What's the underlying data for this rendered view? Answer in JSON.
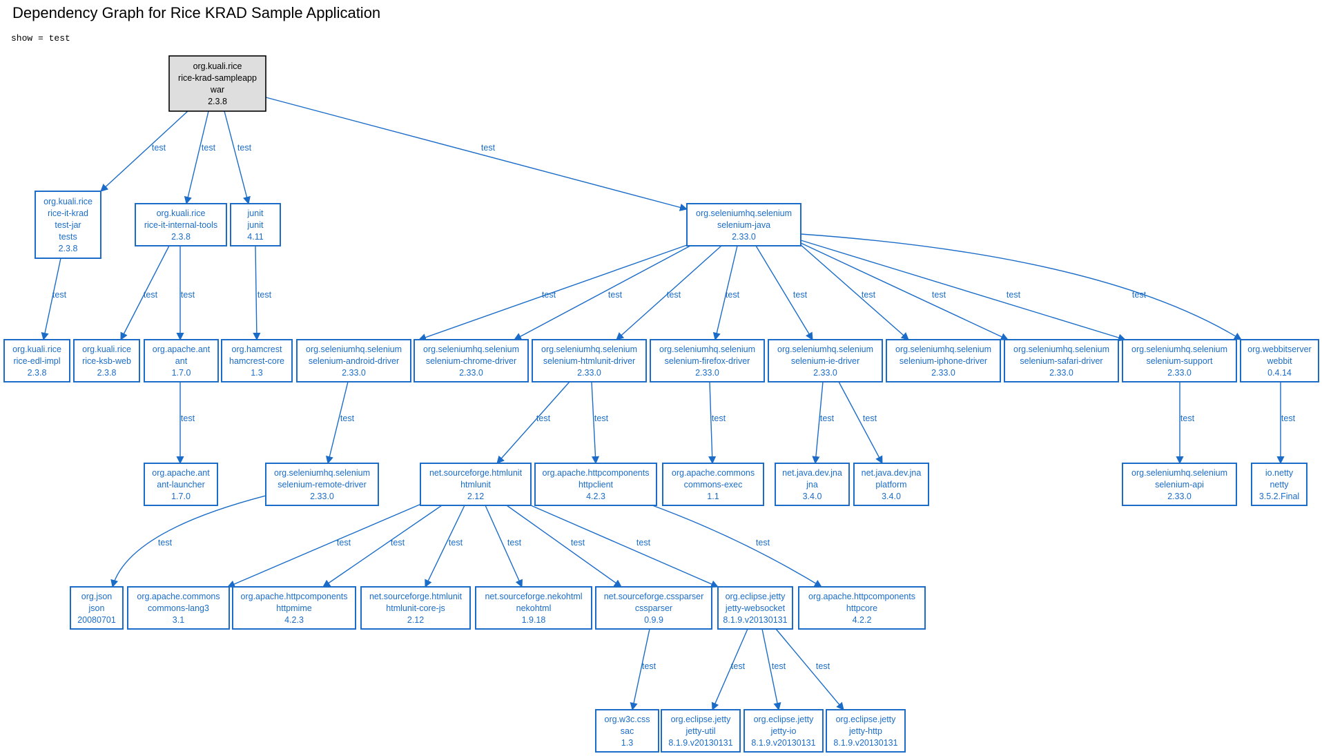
{
  "title": "Dependency Graph for Rice KRAD Sample Application",
  "subtitle": "show = test",
  "colors": {
    "accent": "#1a6cc8",
    "root_fill": "#dedede",
    "root_stroke": "#000000"
  },
  "nodes": [
    {
      "id": "n0",
      "root": true,
      "lines": [
        "org.kuali.rice",
        "rice-krad-sampleapp",
        "war",
        "2.3.8"
      ]
    },
    {
      "id": "n1",
      "lines": [
        "org.kuali.rice",
        "rice-it-krad",
        "test-jar",
        "tests",
        "2.3.8"
      ]
    },
    {
      "id": "n2",
      "lines": [
        "org.kuali.rice",
        "rice-it-internal-tools",
        "2.3.8"
      ]
    },
    {
      "id": "n3",
      "lines": [
        "junit",
        "junit",
        "4.11"
      ]
    },
    {
      "id": "n4",
      "lines": [
        "org.seleniumhq.selenium",
        "selenium-java",
        "2.33.0"
      ]
    },
    {
      "id": "n5",
      "lines": [
        "org.kuali.rice",
        "rice-edl-impl",
        "2.3.8"
      ]
    },
    {
      "id": "n6",
      "lines": [
        "org.kuali.rice",
        "rice-ksb-web",
        "2.3.8"
      ]
    },
    {
      "id": "n7",
      "lines": [
        "org.apache.ant",
        "ant",
        "1.7.0"
      ]
    },
    {
      "id": "n8",
      "lines": [
        "org.hamcrest",
        "hamcrest-core",
        "1.3"
      ]
    },
    {
      "id": "n9",
      "lines": [
        "org.seleniumhq.selenium",
        "selenium-android-driver",
        "2.33.0"
      ]
    },
    {
      "id": "n10",
      "lines": [
        "org.seleniumhq.selenium",
        "selenium-chrome-driver",
        "2.33.0"
      ]
    },
    {
      "id": "n11",
      "lines": [
        "org.seleniumhq.selenium",
        "selenium-htmlunit-driver",
        "2.33.0"
      ]
    },
    {
      "id": "n12",
      "lines": [
        "org.seleniumhq.selenium",
        "selenium-firefox-driver",
        "2.33.0"
      ]
    },
    {
      "id": "n13",
      "lines": [
        "org.seleniumhq.selenium",
        "selenium-ie-driver",
        "2.33.0"
      ]
    },
    {
      "id": "n14",
      "lines": [
        "org.seleniumhq.selenium",
        "selenium-iphone-driver",
        "2.33.0"
      ]
    },
    {
      "id": "n15",
      "lines": [
        "org.seleniumhq.selenium",
        "selenium-safari-driver",
        "2.33.0"
      ]
    },
    {
      "id": "n16",
      "lines": [
        "org.seleniumhq.selenium",
        "selenium-support",
        "2.33.0"
      ]
    },
    {
      "id": "n17",
      "lines": [
        "org.webbitserver",
        "webbit",
        "0.4.14"
      ]
    },
    {
      "id": "n18",
      "lines": [
        "org.apache.ant",
        "ant-launcher",
        "1.7.0"
      ]
    },
    {
      "id": "n19",
      "lines": [
        "org.seleniumhq.selenium",
        "selenium-remote-driver",
        "2.33.0"
      ]
    },
    {
      "id": "n20",
      "lines": [
        "net.sourceforge.htmlunit",
        "htmlunit",
        "2.12"
      ]
    },
    {
      "id": "n21",
      "lines": [
        "org.apache.httpcomponents",
        "httpclient",
        "4.2.3"
      ]
    },
    {
      "id": "n22",
      "lines": [
        "org.apache.commons",
        "commons-exec",
        "1.1"
      ]
    },
    {
      "id": "n23",
      "lines": [
        "net.java.dev.jna",
        "jna",
        "3.4.0"
      ]
    },
    {
      "id": "n24",
      "lines": [
        "net.java.dev.jna",
        "platform",
        "3.4.0"
      ]
    },
    {
      "id": "n25",
      "lines": [
        "org.seleniumhq.selenium",
        "selenium-api",
        "2.33.0"
      ]
    },
    {
      "id": "n26",
      "lines": [
        "io.netty",
        "netty",
        "3.5.2.Final"
      ]
    },
    {
      "id": "n27",
      "lines": [
        "org.json",
        "json",
        "20080701"
      ]
    },
    {
      "id": "n28",
      "lines": [
        "org.apache.commons",
        "commons-lang3",
        "3.1"
      ]
    },
    {
      "id": "n29",
      "lines": [
        "org.apache.httpcomponents",
        "httpmime",
        "4.2.3"
      ]
    },
    {
      "id": "n30",
      "lines": [
        "net.sourceforge.htmlunit",
        "htmlunit-core-js",
        "2.12"
      ]
    },
    {
      "id": "n31",
      "lines": [
        "net.sourceforge.nekohtml",
        "nekohtml",
        "1.9.18"
      ]
    },
    {
      "id": "n32",
      "lines": [
        "net.sourceforge.cssparser",
        "cssparser",
        "0.9.9"
      ]
    },
    {
      "id": "n33",
      "lines": [
        "org.eclipse.jetty",
        "jetty-websocket",
        "8.1.9.v20130131"
      ]
    },
    {
      "id": "n34",
      "lines": [
        "org.apache.httpcomponents",
        "httpcore",
        "4.2.2"
      ]
    },
    {
      "id": "n35",
      "lines": [
        "org.w3c.css",
        "sac",
        "1.3"
      ]
    },
    {
      "id": "n36",
      "lines": [
        "org.eclipse.jetty",
        "jetty-util",
        "8.1.9.v20130131"
      ]
    },
    {
      "id": "n37",
      "lines": [
        "org.eclipse.jetty",
        "jetty-io",
        "8.1.9.v20130131"
      ]
    },
    {
      "id": "n38",
      "lines": [
        "org.eclipse.jetty",
        "jetty-http",
        "8.1.9.v20130131"
      ]
    }
  ],
  "edges": [
    {
      "from": "n0",
      "to": "n1",
      "label": "test"
    },
    {
      "from": "n0",
      "to": "n2",
      "label": "test"
    },
    {
      "from": "n0",
      "to": "n3",
      "label": "test"
    },
    {
      "from": "n0",
      "to": "n4",
      "label": "test"
    },
    {
      "from": "n1",
      "to": "n5",
      "label": "test"
    },
    {
      "from": "n2",
      "to": "n6",
      "label": "test"
    },
    {
      "from": "n2",
      "to": "n7",
      "label": "test"
    },
    {
      "from": "n3",
      "to": "n8",
      "label": "test"
    },
    {
      "from": "n4",
      "to": "n9",
      "label": "test"
    },
    {
      "from": "n4",
      "to": "n10",
      "label": "test"
    },
    {
      "from": "n4",
      "to": "n11",
      "label": "test"
    },
    {
      "from": "n4",
      "to": "n12",
      "label": "test"
    },
    {
      "from": "n4",
      "to": "n13",
      "label": "test"
    },
    {
      "from": "n4",
      "to": "n14",
      "label": "test"
    },
    {
      "from": "n4",
      "to": "n15",
      "label": "test"
    },
    {
      "from": "n4",
      "to": "n16",
      "label": "test"
    },
    {
      "from": "n4",
      "to": "n17",
      "label": "test"
    },
    {
      "from": "n7",
      "to": "n18",
      "label": "test"
    },
    {
      "from": "n9",
      "to": "n19",
      "label": "test"
    },
    {
      "from": "n11",
      "to": "n20",
      "label": "test"
    },
    {
      "from": "n11",
      "to": "n21",
      "label": "test"
    },
    {
      "from": "n12",
      "to": "n22",
      "label": "test"
    },
    {
      "from": "n13",
      "to": "n23",
      "label": "test"
    },
    {
      "from": "n13",
      "to": "n24",
      "label": "test"
    },
    {
      "from": "n16",
      "to": "n25",
      "label": "test"
    },
    {
      "from": "n17",
      "to": "n26",
      "label": "test"
    },
    {
      "from": "n19",
      "to": "n27",
      "label": "test"
    },
    {
      "from": "n20",
      "to": "n28",
      "label": "test"
    },
    {
      "from": "n20",
      "to": "n29",
      "label": "test"
    },
    {
      "from": "n20",
      "to": "n30",
      "label": "test"
    },
    {
      "from": "n20",
      "to": "n31",
      "label": "test"
    },
    {
      "from": "n20",
      "to": "n32",
      "label": "test"
    },
    {
      "from": "n20",
      "to": "n33",
      "label": "test"
    },
    {
      "from": "n21",
      "to": "n34",
      "label": "test"
    },
    {
      "from": "n32",
      "to": "n35",
      "label": "test"
    },
    {
      "from": "n33",
      "to": "n36",
      "label": "test"
    },
    {
      "from": "n33",
      "to": "n37",
      "label": "test"
    },
    {
      "from": "n33",
      "to": "n38",
      "label": "test"
    }
  ]
}
